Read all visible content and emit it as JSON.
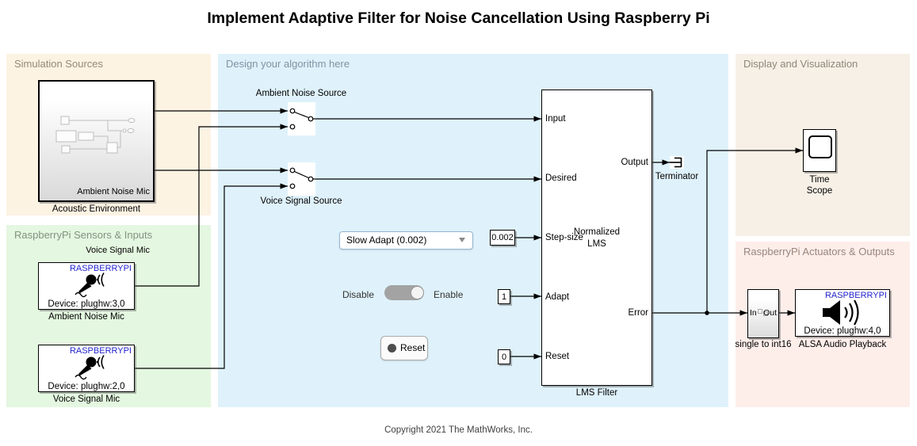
{
  "header": {
    "title": "Implement Adaptive Filter for Noise Cancellation Using Raspberry Pi"
  },
  "footer": {
    "copyright": "Copyright 2021 The MathWorks, Inc."
  },
  "regions": {
    "simulation_sources": {
      "title": "Simulation Sources"
    },
    "sensors_inputs": {
      "title": "RaspberryPi Sensors & Inputs"
    },
    "algorithm": {
      "title": "Design your algorithm here"
    },
    "display_visualization": {
      "title": "Display and Visualization"
    },
    "actuators_outputs": {
      "title": "RaspberryPi Actuators & Outputs"
    }
  },
  "blocks": {
    "acoustic": {
      "caption": "Acoustic Environment",
      "port_top": "Ambient Noise Mic",
      "port_bottom": "Voice Signal Mic"
    },
    "ambient_mic": {
      "brand": "RASPBERRYPI",
      "device": "Device: plughw:3,0",
      "caption": "Ambient Noise Mic"
    },
    "voice_mic": {
      "brand": "RASPBERRYPI",
      "device": "Device: plughw:2,0",
      "caption": "Voice Signal Mic"
    },
    "switch_ambient": {
      "label": "Ambient Noise Source"
    },
    "switch_voice": {
      "label": "Voice Signal Source"
    },
    "lms": {
      "ports_left": [
        "Input",
        "Desired",
        "Step-size",
        "Adapt",
        "Reset"
      ],
      "ports_right": [
        "Output",
        "Error"
      ],
      "center": [
        "Normalized",
        "LMS"
      ],
      "caption": "LMS Filter"
    },
    "terminator": {
      "caption": "Terminator"
    },
    "time_scope": {
      "caption": [
        "Time",
        "Scope"
      ]
    },
    "single_to_int16": {
      "in": "In",
      "out": "Out",
      "caption": "single to int16"
    },
    "alsa": {
      "brand": "RASPBERRYPI",
      "device": "Device: plughw:4,0",
      "caption": "ALSA Audio Playback"
    }
  },
  "controls": {
    "dropdown": {
      "value": "Slow Adapt (0.002)"
    },
    "toggle": {
      "left": "Disable",
      "right": "Enable"
    },
    "reset": {
      "label": "Reset"
    }
  },
  "constants": {
    "step": {
      "value": "0.002"
    },
    "adapt": {
      "value": "1"
    },
    "reset": {
      "value": "0"
    }
  },
  "colors": {
    "region_simulation": "#fdf3e3",
    "region_sensors": "#e4f7e0",
    "region_algorithm": "#dff2fb",
    "region_display": "#f6f0e6",
    "region_actuators": "#fdeeea",
    "raspberry_brand_blue": "#2323cd",
    "wire": "#000000"
  }
}
